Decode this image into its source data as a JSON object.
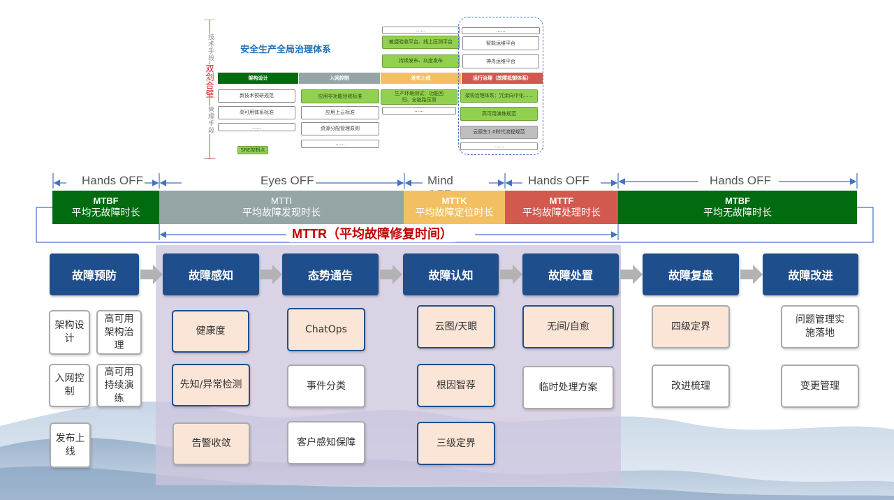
{
  "governance": {
    "title": "安全生产全局治理体系",
    "left_top_label": "技术手段",
    "left_center_label": "双剑合璧",
    "left_bottom_label": "管理手段",
    "bands": [
      "架构设计",
      "入网控制",
      "发布上线",
      "运行治理（故障抵御体系）"
    ],
    "col1": [
      "新技术预研规范",
      "高可用体系标准",
      "......"
    ],
    "col2": [
      "应用非功能验收标准",
      "应用上云标准",
      "资源分配管理原则",
      "......"
    ],
    "col3_top": [
      "......",
      "敏捷验收平台、线上压测平台",
      "持续发布、灰度发布"
    ],
    "col3_bottom": [
      "生产环境测试：功能回归、全链路压测",
      "......"
    ],
    "col4_top": [
      "......",
      "智能运维平台",
      "神舟运维平台"
    ],
    "col4_bottom": [
      "架构治理体系：冗余向中化......",
      "高可用演练规范",
      "云原生1.0时代流程规范",
      "......"
    ],
    "sre_tag": "SRE控制点"
  },
  "timeline": {
    "phases": [
      "Hands OFF",
      "Eyes OFF",
      "Mind OFF",
      "Hands OFF",
      "Hands OFF"
    ],
    "bars": [
      {
        "abbr": "MTBF",
        "desc": "平均无故障时长",
        "color": "#006b0f"
      },
      {
        "abbr": "MTTI",
        "desc": "平均故障发现时长",
        "color": "#95a5a6"
      },
      {
        "abbr": "MTTK",
        "desc": "平均故障定位时长",
        "color": "#f2c063"
      },
      {
        "abbr": "MTTF",
        "desc": "平均故障处理时长",
        "color": "#d2594e"
      },
      {
        "abbr": "MTBF",
        "desc": "平均无故障时长",
        "color": "#006b0f"
      }
    ],
    "mttr_label": "MTTR（平均故障修复时间）"
  },
  "stages": [
    "故障预防",
    "故障感知",
    "态势通告",
    "故障认知",
    "故障处置",
    "故障复盘",
    "故障改进"
  ],
  "cards": {
    "prevention": [
      "架构设计",
      "高可用架构治理",
      "入网控制",
      "高可用持续演练",
      "发布上线"
    ],
    "perception": [
      "健康度",
      "先知/异常检测",
      "告警收敛"
    ],
    "notification": [
      "ChatOps",
      "事件分类",
      "客户感知保障"
    ],
    "cognition": [
      "云图/天眼",
      "根因智荐",
      "三级定界"
    ],
    "handling": [
      "无间/自愈",
      "临时处理方案"
    ],
    "review": [
      "四级定界",
      "改进梳理"
    ],
    "improvement": [
      "问题管理实施落地",
      "变更管理"
    ]
  },
  "colors": {
    "stage_blue": "#1f4e8c",
    "card_pink": "#fbe5d6",
    "mttr_red": "#c00000",
    "shade": "#cec4de"
  }
}
